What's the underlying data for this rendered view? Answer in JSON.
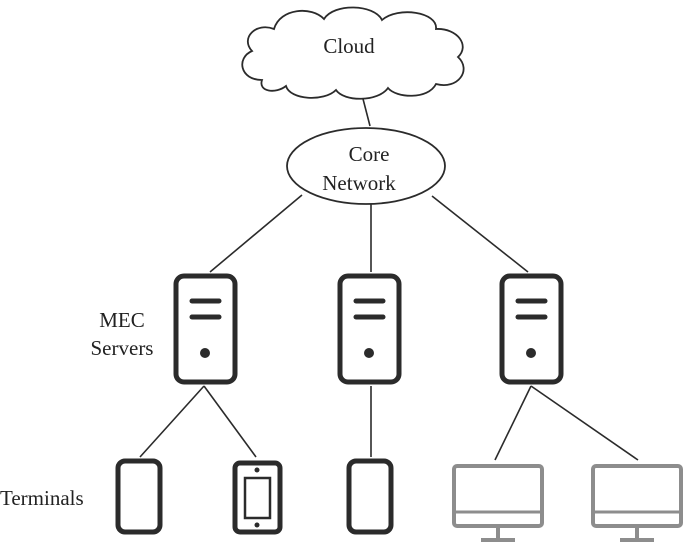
{
  "nodes": {
    "cloud": "Cloud",
    "core_network": [
      "Core",
      "Network"
    ],
    "mec_servers_label": [
      "MEC",
      "Servers"
    ],
    "terminals_label": "Terminals"
  },
  "icons": {
    "server": "server-tower-icon",
    "smartphone": "smartphone-icon",
    "tablet": "tablet-icon",
    "monitor": "desktop-monitor-icon"
  },
  "colors": {
    "stroke": "#2b2b2b",
    "monitor_stroke": "#8d8d8d",
    "background": "#ffffff"
  }
}
